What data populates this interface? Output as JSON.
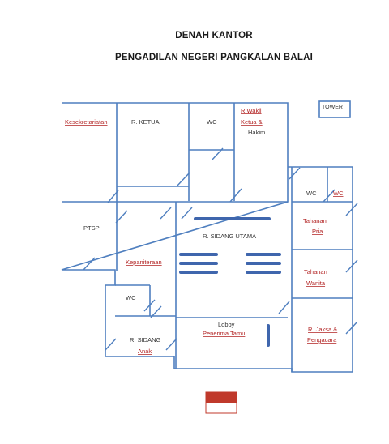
{
  "document": {
    "title_line1": "DENAH KANTOR",
    "title_line2": "PENGADILAN NEGERI PANGKALAN BALAI"
  },
  "colors": {
    "wall": "#4f7fbf",
    "label_dark": "#333333",
    "label_red": "#b22222",
    "flag_red": "#c0392b",
    "flag_white": "#ffffff"
  },
  "rooms": {
    "kesekretariatan": "Kesekretariatan",
    "ketua": "R. KETUA",
    "wc_top": "WC",
    "wakil_line1": "R.Wakil",
    "wakil_line2": "Ketua &",
    "wakil_line3": "Hakim",
    "tower": "TOWER",
    "wc_right1": "WC",
    "wc_right2": "WC",
    "ptsp": "PTSP",
    "sidang_utama": "R. SIDANG UTAMA",
    "tahanan_pria_line1": "Tahanan",
    "tahanan_pria_line2": "Pria",
    "kepaniteraan": "Kepaniteraan",
    "tahanan_wanita_line1": "Tahanan",
    "tahanan_wanita_line2": "Wanita",
    "wc_mid": "WC",
    "lobby_line1": "Lobby",
    "lobby_line2": "Penerima Tamu",
    "sidang_anak_line1": "R. SIDANG",
    "sidang_anak_line2": "Anak",
    "jaksa_line1": "R. Jaksa &",
    "jaksa_line2": "Pengacara"
  }
}
